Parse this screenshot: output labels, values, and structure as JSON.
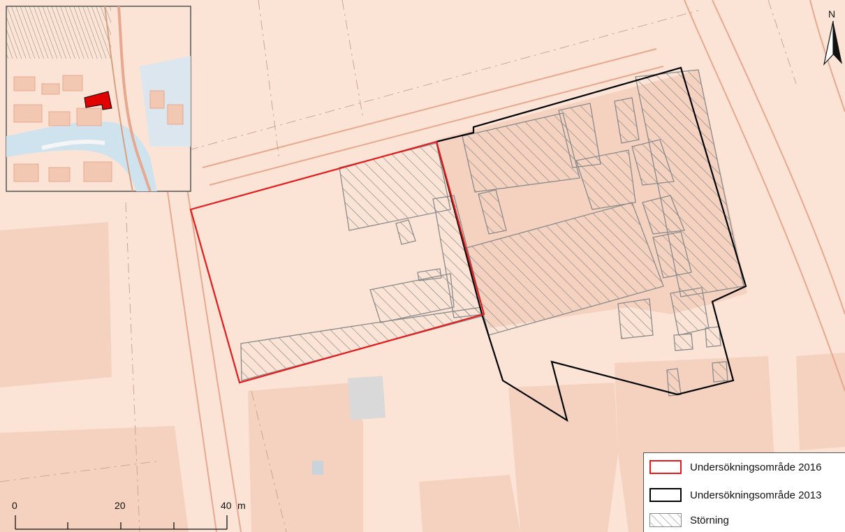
{
  "colors": {
    "background": "#fbe4d6",
    "building": "#f5d2c0",
    "road_line": "#e8a88f",
    "boundary_2016": "#e41a1c",
    "boundary_2013": "#000000",
    "disturbance_hatch": "#8a8a8a",
    "inset_water": "#cfe3ef",
    "inset_site": "#e00000"
  },
  "legend": {
    "items": [
      {
        "label": "Undersökningsområde 2016",
        "style": "red-outline"
      },
      {
        "label": "Undersökningsområde 2013",
        "style": "black-outline"
      },
      {
        "label": "Störning",
        "style": "hatch"
      }
    ]
  },
  "scalebar": {
    "labels": [
      "0",
      "20",
      "40"
    ],
    "unit": "m"
  },
  "north_arrow": {
    "letter": "N",
    "icon": "north-arrow-icon"
  },
  "inset": {
    "icon": "overview-map"
  }
}
